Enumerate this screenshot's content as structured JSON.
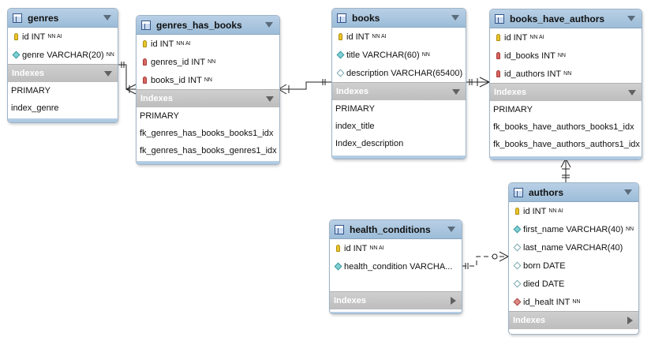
{
  "tables": {
    "genres": {
      "name": "genres",
      "columns": [
        {
          "name": "id INT",
          "flags": "NN AI",
          "icon": "primary-key-icon"
        },
        {
          "name": "genre VARCHAR(20)",
          "flags": "NN",
          "icon": "column-diamond-icon"
        }
      ],
      "indexes_label": "Indexes",
      "indexes": [
        "PRIMARY",
        "index_genre"
      ]
    },
    "genres_has_books": {
      "name": "genres_has_books",
      "columns": [
        {
          "name": "id INT",
          "flags": "NN AI",
          "icon": "primary-key-icon"
        },
        {
          "name": "genres_id INT",
          "flags": "NN",
          "icon": "foreign-key-icon"
        },
        {
          "name": "books_id INT",
          "flags": "NN",
          "icon": "foreign-key-icon"
        }
      ],
      "indexes_label": "Indexes",
      "indexes": [
        "PRIMARY",
        "fk_genres_has_books_books1_idx",
        "fk_genres_has_books_genres1_idx"
      ]
    },
    "books": {
      "name": "books",
      "columns": [
        {
          "name": "id INT",
          "flags": "NN AI",
          "icon": "primary-key-icon"
        },
        {
          "name": "title VARCHAR(60)",
          "flags": "NN",
          "icon": "column-diamond-icon"
        },
        {
          "name": "description VARCHAR(65400)",
          "flags": "",
          "icon": "nullable-column-icon"
        }
      ],
      "indexes_label": "Indexes",
      "indexes": [
        "PRIMARY",
        "index_title",
        "Index_description"
      ]
    },
    "books_have_authors": {
      "name": "books_have_authors",
      "columns": [
        {
          "name": "id INT",
          "flags": "NN AI",
          "icon": "primary-key-icon"
        },
        {
          "name": "id_books INT",
          "flags": "NN",
          "icon": "foreign-key-icon"
        },
        {
          "name": "id_authors INT",
          "flags": "NN",
          "icon": "foreign-key-icon"
        }
      ],
      "indexes_label": "Indexes",
      "indexes": [
        "PRIMARY",
        "fk_books_have_authors_books1_idx",
        "fk_books_have_authors_authors1_idx"
      ]
    },
    "health_conditions": {
      "name": "health_conditions",
      "columns": [
        {
          "name": "id INT",
          "flags": "NN AI",
          "icon": "primary-key-icon"
        },
        {
          "name": "health_condition VARCHA...",
          "flags": "",
          "icon": "column-diamond-icon"
        }
      ],
      "indexes_label": "Indexes"
    },
    "authors": {
      "name": "authors",
      "columns": [
        {
          "name": "id INT",
          "flags": "NN AI",
          "icon": "primary-key-icon"
        },
        {
          "name": "first_name VARCHAR(40)",
          "flags": "NN",
          "icon": "column-diamond-icon"
        },
        {
          "name": "last_name VARCHAR(40)",
          "flags": "",
          "icon": "nullable-column-icon"
        },
        {
          "name": "born DATE",
          "flags": "",
          "icon": "nullable-column-icon"
        },
        {
          "name": "died DATE",
          "flags": "",
          "icon": "nullable-column-icon"
        },
        {
          "name": "id_healt INT",
          "flags": "NN",
          "icon": "foreign-key-column-icon"
        }
      ],
      "indexes_label": "Indexes"
    }
  },
  "colors": {
    "header": "#9cbcd8",
    "indexes_bar": "#c4c4c4",
    "relationship_line": "#222222"
  }
}
